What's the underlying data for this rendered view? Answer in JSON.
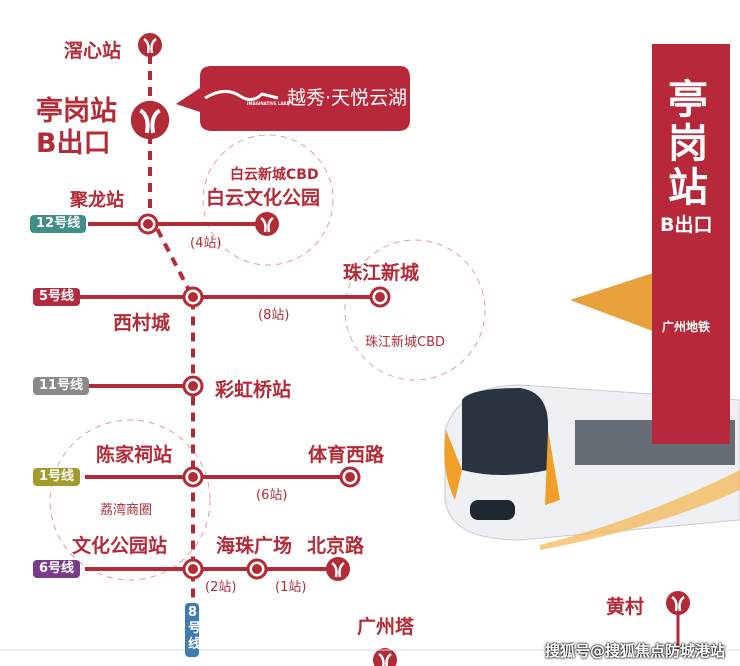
{
  "callout": {
    "brand": "越秀·天悦云湖",
    "logo_text": "IMAGINATIVE LAKE"
  },
  "stations": {
    "jiaoxin": "滘心站",
    "tinggang": "亭岗站",
    "tinggang_exit": "B出口",
    "julong": "聚龙站",
    "baiyun_cbd": "白云新城CBD",
    "baiyun_park": "白云文化公园",
    "zhujiang": "珠江新城",
    "zhujiang_cbd": "珠江新城CBD",
    "xicun": "西村城",
    "caihongqiao": "彩虹桥站",
    "chenjiaci": "陈家祠站",
    "tiyuxilu": "体育西路",
    "liwan": "荔湾商圈",
    "wenhuagongyuan": "文化公园站",
    "haizhu": "海珠广场",
    "beijinglu": "北京路",
    "guangzhouta": "广州塔",
    "huangcun": "黄村"
  },
  "counts": {
    "l12": "(4站)",
    "l5": "(8站)",
    "l1": "(6站)",
    "l6a": "(2站)",
    "l6b": "(1站)"
  },
  "lines": {
    "l12": {
      "label": "12号线",
      "color": "#3f8f86"
    },
    "l5": {
      "label": "5号线",
      "color": "#b32b3f"
    },
    "l11": {
      "label": "11号线",
      "color": "#8a8a8a"
    },
    "l1": {
      "label": "1号线",
      "color": "#a39b2c"
    },
    "l6": {
      "label": "6号线",
      "color": "#7a3b8a"
    },
    "l8": {
      "label": "8号线",
      "color": "#3f7bb0"
    }
  },
  "banner": {
    "title": "亭岗站",
    "exit": "B出口",
    "metro": "广州地铁"
  },
  "watermark": "搜狐号@搜狐焦点防城港站"
}
